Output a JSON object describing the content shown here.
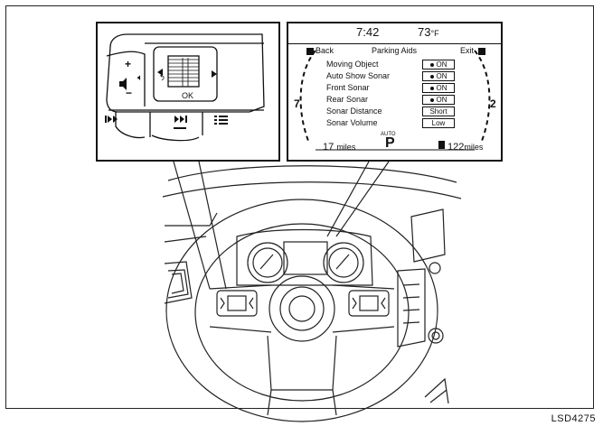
{
  "display": {
    "time": "7:42",
    "temperature": "73",
    "temperature_unit": "°F",
    "back_label": "Back",
    "screen_title": "Parking Aids",
    "exit_label": "Exit",
    "menu": [
      {
        "label": "Moving Object",
        "value": "ON"
      },
      {
        "label": "Auto Show Sonar",
        "value": "ON"
      },
      {
        "label": "Front Sonar",
        "value": "ON"
      },
      {
        "label": "Rear Sonar",
        "value": "ON"
      },
      {
        "label": "Sonar Distance",
        "value": "Short"
      },
      {
        "label": "Sonar Volume",
        "value": "Low"
      }
    ],
    "trip_value": "17",
    "trip_unit": "miles",
    "auto_label": "AUTO",
    "gear": "P",
    "range_value": "122",
    "range_unit": "miles",
    "left_gauge_digit": "7",
    "right_gauge_digit": "2"
  },
  "switch": {
    "ok_label": "OK",
    "plus_label": "+",
    "minus_label": "−"
  },
  "figure_id": "LSD4275"
}
